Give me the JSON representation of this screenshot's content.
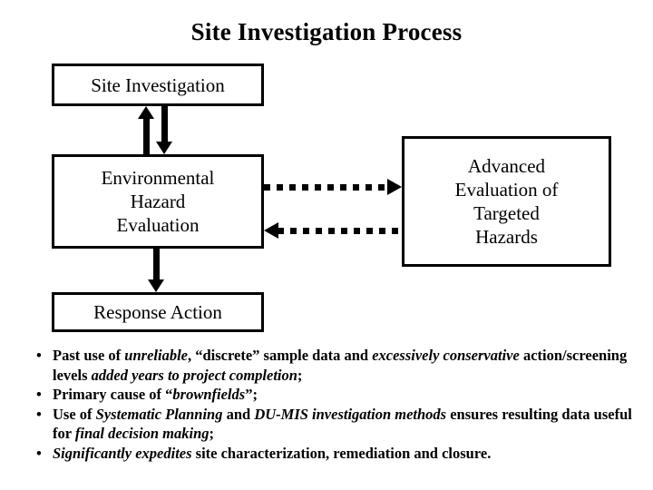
{
  "slide": {
    "title": "Site Investigation Process",
    "background_color": "#ffffff",
    "ink_color": "#000000"
  },
  "flowchart": {
    "boxes": [
      {
        "id": "site-investigation",
        "label": "Site Investigation"
      },
      {
        "id": "environmental-hazard-evaluation",
        "label": "Environmental Hazard Evaluation"
      },
      {
        "id": "response-action",
        "label": "Response Action"
      },
      {
        "id": "advanced-evaluation",
        "label": "Advanced Evaluation of Targeted Hazards"
      }
    ],
    "connectors": [
      {
        "id": "env-to-si",
        "style": "solid",
        "direction": "up",
        "from": "environmental-hazard-evaluation",
        "to": "site-investigation"
      },
      {
        "id": "si-to-env",
        "style": "solid",
        "direction": "down",
        "from": "site-investigation",
        "to": "environmental-hazard-evaluation"
      },
      {
        "id": "env-to-ra",
        "style": "solid",
        "direction": "down",
        "from": "environmental-hazard-evaluation",
        "to": "response-action"
      },
      {
        "id": "env-to-adv",
        "style": "dotted",
        "direction": "right",
        "from": "environmental-hazard-evaluation",
        "to": "advanced-evaluation"
      },
      {
        "id": "adv-to-env",
        "style": "dotted",
        "direction": "left",
        "from": "advanced-evaluation",
        "to": "environmental-hazard-evaluation"
      }
    ]
  },
  "box_lines": {
    "site_investigation": [
      "Site Investigation"
    ],
    "environmental": [
      "Environmental",
      "Hazard",
      "Evaluation"
    ],
    "response_action": [
      "Response Action"
    ],
    "advanced": [
      "Advanced",
      "Evaluation of",
      "Targeted",
      "Hazards"
    ]
  },
  "bullets": {
    "marker": "•",
    "items": [
      {
        "plain": "Past use of unreliable, “discrete” sample data and excessively conservative action/screening levels added years to project completion;",
        "runs": [
          {
            "text": "Past use of ",
            "italic": false
          },
          {
            "text": "unreliable",
            "italic": true
          },
          {
            "text": ", “discrete” sample data and ",
            "italic": false
          },
          {
            "text": "excessively conservative",
            "italic": true
          },
          {
            "text": " action/screening levels ",
            "italic": false
          },
          {
            "text": "added years to project completion",
            "italic": true
          },
          {
            "text": ";",
            "italic": false
          }
        ]
      },
      {
        "plain": "Primary cause of “brownfields”;",
        "runs": [
          {
            "text": "Primary cause of “",
            "italic": false
          },
          {
            "text": "brownfields",
            "italic": true
          },
          {
            "text": "”;",
            "italic": false
          }
        ]
      },
      {
        "plain": "Use of Systematic Planning and DU-MIS investigation methods ensures resulting data useful for final decision making;",
        "runs": [
          {
            "text": "Use of ",
            "italic": false
          },
          {
            "text": "Systematic Planning",
            "italic": true
          },
          {
            "text": " and ",
            "italic": false
          },
          {
            "text": "DU-MIS investigation methods",
            "italic": true
          },
          {
            "text": " ensures resulting data useful for ",
            "italic": false
          },
          {
            "text": "final decision making",
            "italic": true
          },
          {
            "text": ";",
            "italic": false
          }
        ]
      },
      {
        "plain": "Significantly expedites site characterization, remediation and closure.",
        "runs": [
          {
            "text": "Significantly expedites",
            "italic": true
          },
          {
            "text": " site characterization, remediation and closure.",
            "italic": false
          }
        ]
      }
    ]
  }
}
